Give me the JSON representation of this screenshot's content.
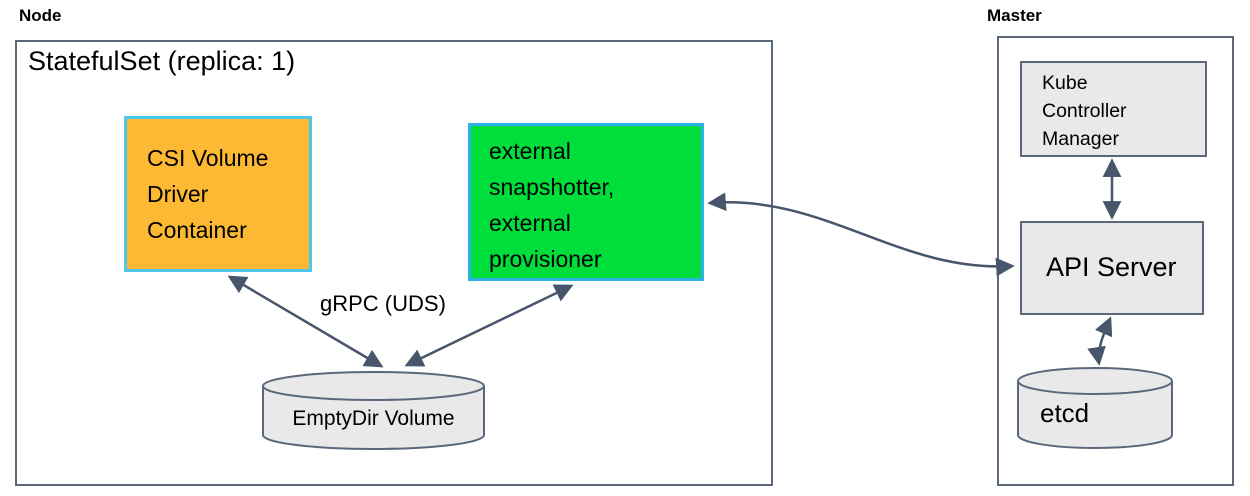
{
  "diagram": {
    "node": {
      "label": "Node",
      "statefulset_title": "StatefulSet (replica: 1)",
      "csi_driver_box": "CSI Volume\nDriver\nContainer",
      "sidecar_box": "external\nsnapshotter,\nexternal\nprovisioner",
      "grpc_label": "gRPC (UDS)",
      "emptydir_label": "EmptyDir Volume"
    },
    "master": {
      "label": "Master",
      "kube_controller_manager_box": "Kube\nController\nManager",
      "api_server_box": "API Server",
      "etcd_label": "etcd"
    },
    "colors": {
      "csi_box_fill": "#FDB933",
      "csi_box_border": "#4EC7EC",
      "sidecar_box_fill": "#00DE3C",
      "sidecar_box_border": "#2BB3E8",
      "gray_box_fill": "#E9E9E9",
      "box_outline": "#5B6879",
      "arrow": "#47566B"
    },
    "connections": [
      {
        "from": "csi-volume-driver-container",
        "to": "emptydir-volume",
        "style": "double-arrow",
        "label": "gRPC (UDS)"
      },
      {
        "from": "external-snapshotter-provisioner",
        "to": "emptydir-volume",
        "style": "double-arrow",
        "label": "gRPC (UDS)"
      },
      {
        "from": "external-snapshotter-provisioner",
        "to": "api-server",
        "style": "double-arrow-curved",
        "label": ""
      },
      {
        "from": "kube-controller-manager",
        "to": "api-server",
        "style": "double-arrow",
        "label": ""
      },
      {
        "from": "api-server",
        "to": "etcd",
        "style": "double-arrow",
        "label": ""
      }
    ]
  }
}
